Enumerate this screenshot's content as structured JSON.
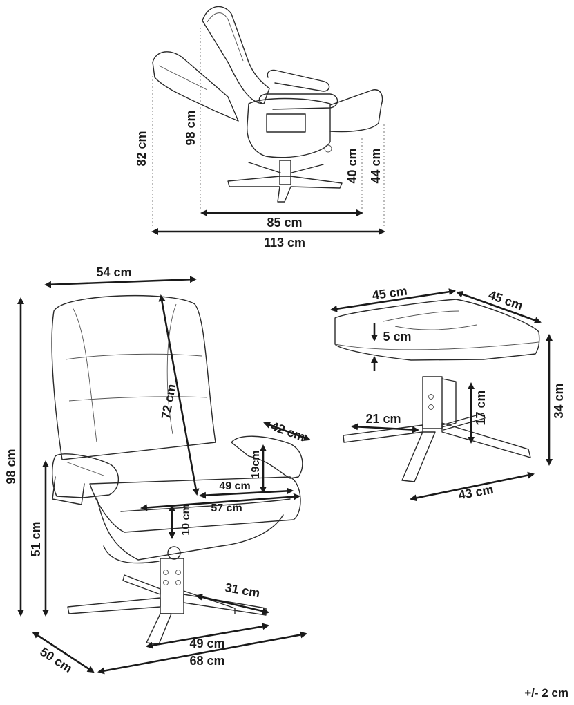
{
  "recliner_side": {
    "d_82": "82 cm",
    "d_98": "98 cm",
    "d_40": "40 cm",
    "d_44": "44 cm",
    "d_85": "85 cm",
    "d_113": "113 cm"
  },
  "chair_front": {
    "d_54": "54 cm",
    "d_98": "98 cm",
    "d_72": "72 cm",
    "d_42": "42 cm",
    "d_19": "19cm",
    "d_49_seat": "49 cm",
    "d_57": "57 cm",
    "d_10": "10 cm",
    "d_51": "51 cm",
    "d_31": "31 cm",
    "d_49_base": "49 cm",
    "d_50": "50 cm",
    "d_68": "68 cm"
  },
  "ottoman": {
    "d_45_front": "45 cm",
    "d_45_side": "45 cm",
    "d_5": "5 cm",
    "d_34": "34 cm",
    "d_21": "21 cm",
    "d_17": "17 cm",
    "d_43": "43 cm"
  },
  "tolerance": "+/- 2 cm"
}
